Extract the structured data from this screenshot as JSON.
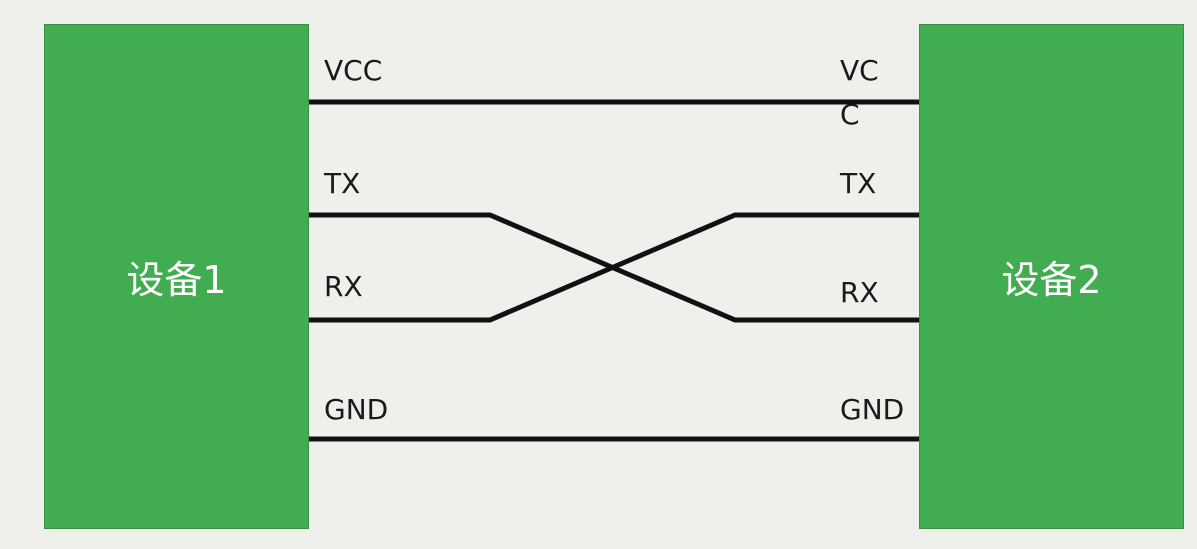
{
  "device_left": {
    "label": "设备1"
  },
  "device_right": {
    "label": "设备2"
  },
  "left_pins": {
    "vcc": "VCC",
    "tx": "TX",
    "rx": "RX",
    "gnd": "GND"
  },
  "right_pins": {
    "vcc_line1": "VC",
    "vcc_line2": "C",
    "tx": "TX",
    "rx": "RX",
    "gnd": "GND"
  },
  "colors": {
    "device_fill": "#42ac51",
    "wire": "#111111",
    "background": "#efefeb"
  }
}
